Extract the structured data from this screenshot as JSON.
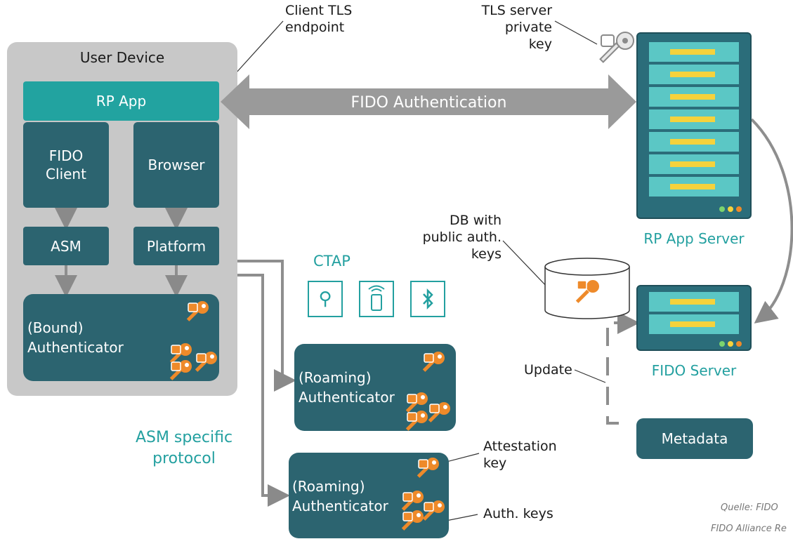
{
  "device": {
    "title": "User Device"
  },
  "rp_app": {
    "label": "RP App"
  },
  "fido_client": {
    "line1": "FIDO",
    "line2": "Client"
  },
  "browser": {
    "label": "Browser"
  },
  "asm": {
    "label": "ASM"
  },
  "platform": {
    "label": "Platform"
  },
  "bound_auth": {
    "line1": "(Bound)",
    "line2": "Authenticator"
  },
  "roaming1": {
    "line1": "(Roaming)",
    "line2": "Authenticator"
  },
  "roaming2": {
    "line1": "(Roaming)",
    "line2": "Authenticator"
  },
  "arrow": {
    "label": "FIDO Authentication"
  },
  "labels": {
    "client_tls_1": "Client TLS",
    "client_tls_2": "endpoint",
    "tls_key_1": "TLS server",
    "tls_key_2": "private key",
    "rp_server": "RP App Server",
    "db_1": "DB with",
    "db_2": "public auth.",
    "db_3": "keys",
    "fido_server": "FIDO Server",
    "update": "Update",
    "metadata": "Metadata",
    "ctap": "CTAP",
    "asm_proto_1": "ASM specific",
    "asm_proto_2": "protocol",
    "attest_1": "Attestation",
    "attest_2": "key",
    "auth_keys": "Auth. keys",
    "source_1": "Quelle:  FIDO",
    "source_2": "FIDO Alliance Re"
  },
  "icons": [
    "usb-icon",
    "nfc-phone-icon",
    "bluetooth-icon",
    "key-icon",
    "lock-icon",
    "server-icon",
    "database-icon"
  ],
  "colors": {
    "box": "#2c6470",
    "teal_label": "#23a0a0",
    "rp_app": "#22a3a0",
    "key": "#ee8a2a",
    "device_bg": "#c8c8c8",
    "arrow": "#9a9a9a"
  }
}
